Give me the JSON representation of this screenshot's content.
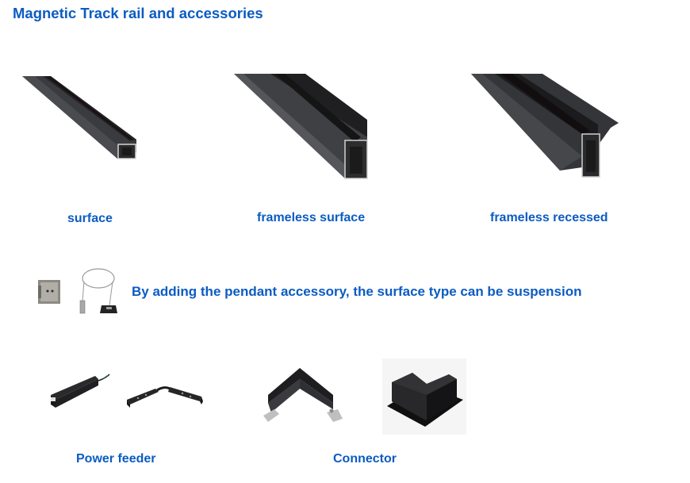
{
  "page": {
    "title": "Magnetic Track rail and accessories"
  },
  "rails": [
    {
      "label": "surface",
      "image": "surface-track-rail-image"
    },
    {
      "label": "frameless surface",
      "image": "frameless-surface-rail-image"
    },
    {
      "label": "frameless recessed",
      "image": "frameless-recessed-rail-image"
    }
  ],
  "pendant": {
    "caption": "By adding the pendant accessory, the surface type can be suspension",
    "images": [
      "pendant-bracket-image",
      "pendant-wire-kit-image"
    ]
  },
  "accessories": [
    {
      "label": "Power feeder",
      "images": [
        "straight-power-feeder-image",
        "flexible-power-feeder-image"
      ]
    },
    {
      "label": "Connector",
      "images": [
        "l-corner-connector-image",
        "recessed-l-corner-connector-image"
      ]
    }
  ],
  "colors": {
    "heading": "#0b5cc2",
    "rail_dark": "#2b2b2d",
    "rail_mid": "#3c3d40",
    "aluminum": "#c8c8c8"
  }
}
